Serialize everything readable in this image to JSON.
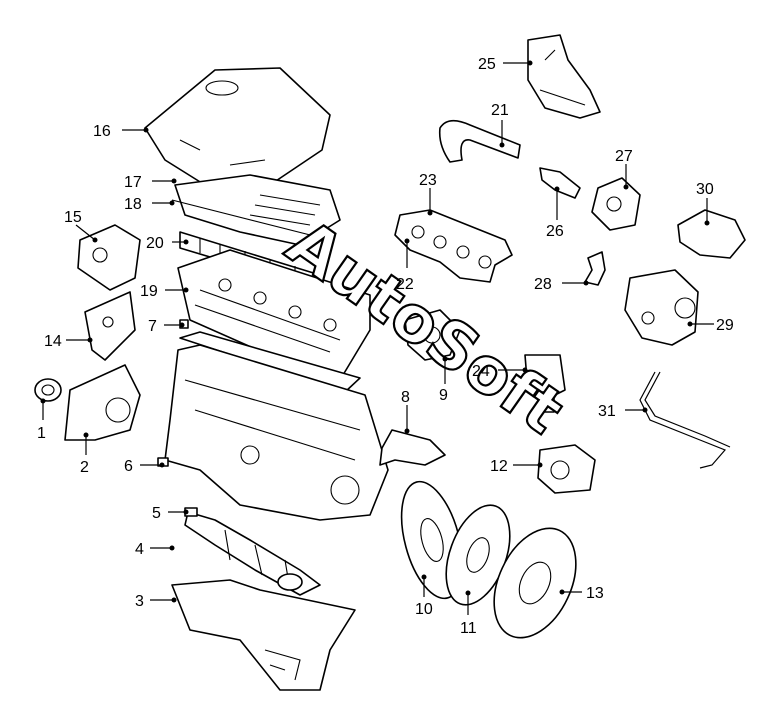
{
  "watermark": {
    "text": "AutoSoft"
  },
  "callouts": [
    {
      "id": "c1",
      "label": "1"
    },
    {
      "id": "c2",
      "label": "2"
    },
    {
      "id": "c3",
      "label": "3"
    },
    {
      "id": "c4",
      "label": "4"
    },
    {
      "id": "c5",
      "label": "5"
    },
    {
      "id": "c6",
      "label": "6"
    },
    {
      "id": "c7",
      "label": "7"
    },
    {
      "id": "c8",
      "label": "8"
    },
    {
      "id": "c9",
      "label": "9"
    },
    {
      "id": "c10",
      "label": "10"
    },
    {
      "id": "c11",
      "label": "11"
    },
    {
      "id": "c12",
      "label": "12"
    },
    {
      "id": "c13",
      "label": "13"
    },
    {
      "id": "c14",
      "label": "14"
    },
    {
      "id": "c15",
      "label": "15"
    },
    {
      "id": "c16",
      "label": "16"
    },
    {
      "id": "c17",
      "label": "17"
    },
    {
      "id": "c18",
      "label": "18"
    },
    {
      "id": "c19",
      "label": "19"
    },
    {
      "id": "c20",
      "label": "20"
    },
    {
      "id": "c21",
      "label": "21"
    },
    {
      "id": "c22",
      "label": "22"
    },
    {
      "id": "c23",
      "label": "23"
    },
    {
      "id": "c24",
      "label": "24"
    },
    {
      "id": "c25",
      "label": "25"
    },
    {
      "id": "c26",
      "label": "26"
    },
    {
      "id": "c27",
      "label": "27"
    },
    {
      "id": "c28",
      "label": "28"
    },
    {
      "id": "c29",
      "label": "29"
    },
    {
      "id": "c30",
      "label": "30"
    },
    {
      "id": "c31",
      "label": "31"
    }
  ]
}
